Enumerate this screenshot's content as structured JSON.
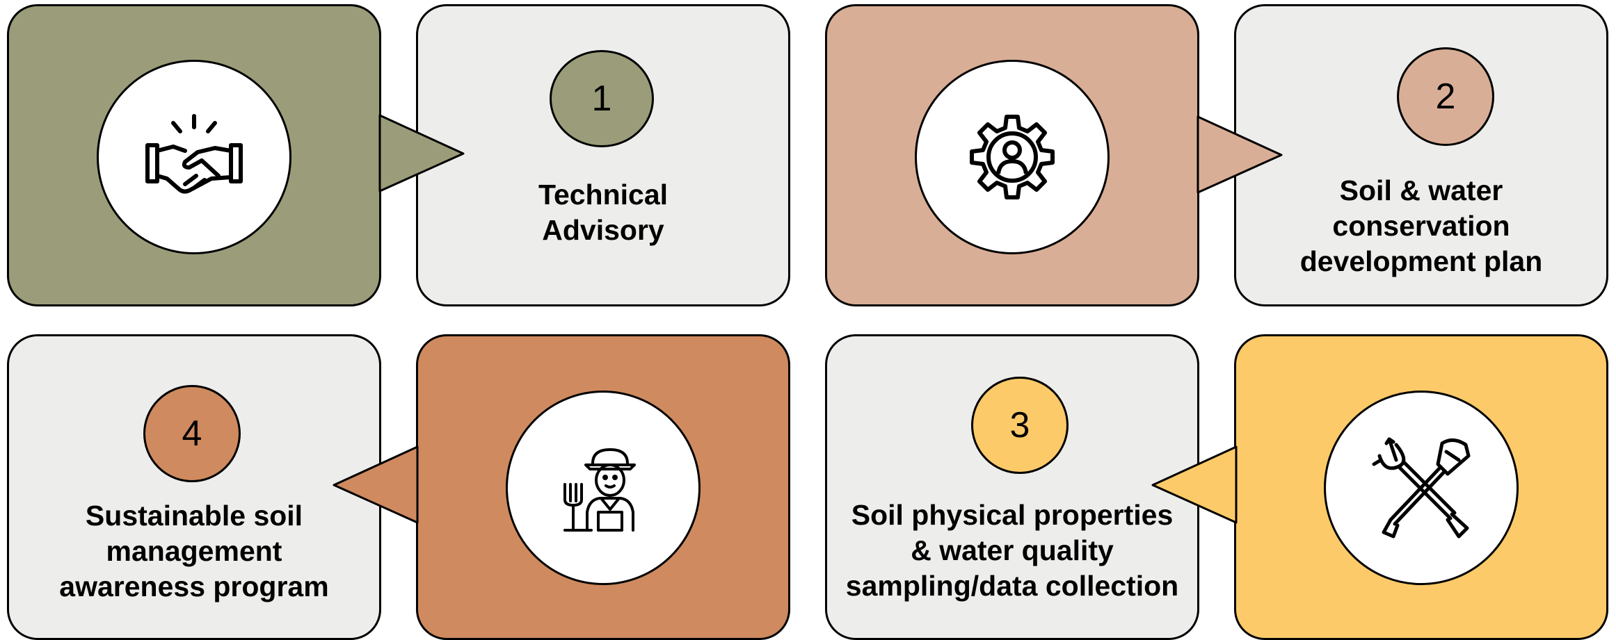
{
  "colors": {
    "olive": "#9b9d7a",
    "salmon": "#d9ae96",
    "terracotta": "#cf8a5f",
    "yellow": "#fdca69",
    "panel": "#ededeb"
  },
  "steps": [
    {
      "number": "1",
      "label": "Technical\nAdvisory",
      "icon": "handshake-icon"
    },
    {
      "number": "2",
      "label": "Soil & water\nconservation\ndevelopment plan",
      "icon": "gear-user-icon"
    },
    {
      "number": "3",
      "label": "Soil physical properties\n& water quality\nsampling/data collection",
      "icon": "crossed-tools-icon"
    },
    {
      "number": "4",
      "label": "Sustainable soil\nmanagement\nawareness program",
      "icon": "farmer-icon"
    }
  ]
}
